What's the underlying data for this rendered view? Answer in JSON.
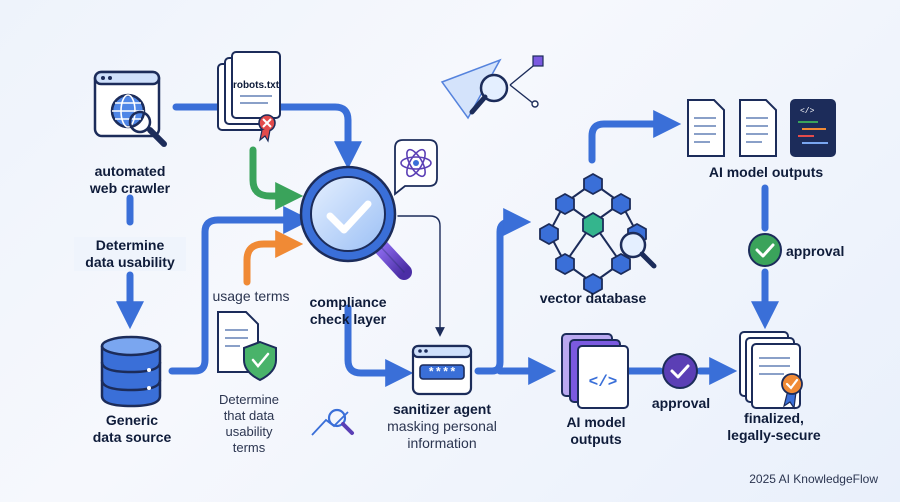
{
  "nodes": {
    "crawler": {
      "line1": "automated",
      "line2": "web crawler"
    },
    "robots": {
      "file_label": "robots.txt"
    },
    "determine_usability": {
      "line1": "Determine",
      "line2": "data usability"
    },
    "data_source": {
      "line1": "Generic",
      "line2": "data source"
    },
    "usage_terms": {
      "label": "usage terms"
    },
    "determine_terms": {
      "line1": "Determine",
      "line2": "that data",
      "line3": "usability",
      "line4": "terms"
    },
    "compliance": {
      "line1": "compliance",
      "line2": "check layer"
    },
    "sanitizer": {
      "title": "sanitizer agent",
      "line2": "masking personal",
      "line3": "information",
      "mask_text": "****"
    },
    "vector_db": {
      "label": "vector database"
    },
    "ai_outputs_top": {
      "label": "AI model outputs"
    },
    "approval_right": {
      "label": "approval"
    },
    "ai_outputs_bottom": {
      "line1": "AI model",
      "line2": "outputs"
    },
    "approval_bottom": {
      "label": "approval"
    },
    "finalized": {
      "line1": "finalized,",
      "line2": "legally-secure"
    }
  },
  "footer": {
    "text": "2025 AI KnowledgeFlow"
  },
  "colors": {
    "blue": "#3a6fd8",
    "dark": "#1c2c5a",
    "green": "#3aa35b",
    "orange": "#f08a35",
    "purple": "#5b3fb5",
    "red": "#e34b4b"
  },
  "icons": [
    "browser-globe-icon",
    "magnifier-icon",
    "robots-file-icon",
    "database-icon",
    "document-shield-icon",
    "magnifier-check-icon",
    "atom-icon",
    "password-field-icon",
    "cube-network-icon",
    "document-icon",
    "code-file-icon",
    "check-badge-icon",
    "certified-document-icon",
    "analytics-magnifier-icon",
    "prism-icon"
  ]
}
